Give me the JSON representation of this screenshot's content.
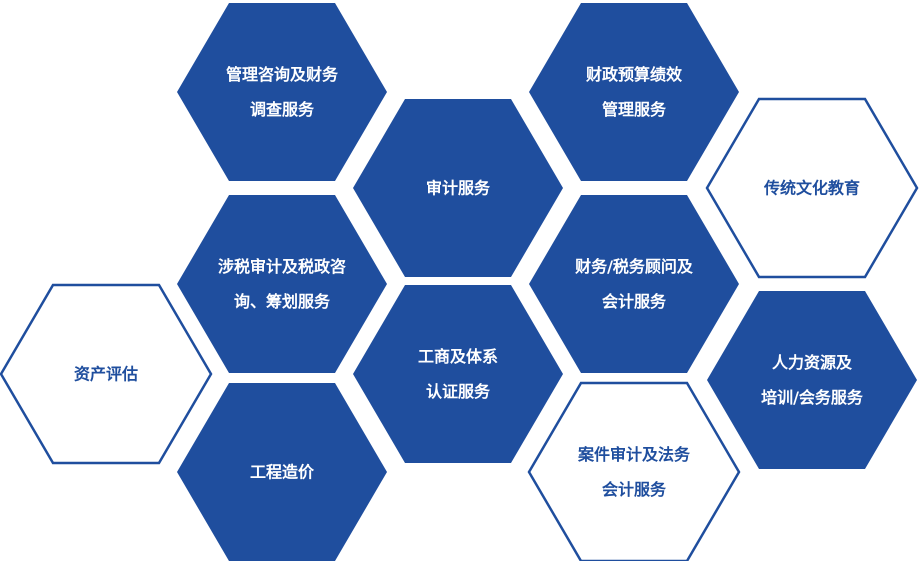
{
  "colors": {
    "filled": "#1f4e9e",
    "outline": "#1f4e9e",
    "background": "#ffffff",
    "filled_text": "#ffffff",
    "outline_text": "#1f4e9e"
  },
  "hexagons": [
    {
      "id": "mgmt-consulting",
      "style": "filled",
      "lines": [
        "管理咨询及财务",
        "调查服务"
      ]
    },
    {
      "id": "fiscal-budget",
      "style": "filled",
      "lines": [
        "财政预算绩效",
        "管理服务"
      ]
    },
    {
      "id": "audit",
      "style": "filled",
      "lines": [
        "审计服务"
      ]
    },
    {
      "id": "culture-edu",
      "style": "outline",
      "lines": [
        "传统文化教育"
      ]
    },
    {
      "id": "tax-audit",
      "style": "filled",
      "lines": [
        "涉税审计及税政咨",
        "询、筹划服务"
      ]
    },
    {
      "id": "finance-advisor",
      "style": "filled",
      "lines": [
        "财务/税务顾问及",
        "会计服务"
      ]
    },
    {
      "id": "asset-valuation",
      "style": "outline",
      "lines": [
        "资产评估"
      ]
    },
    {
      "id": "business-cert",
      "style": "filled",
      "lines": [
        "工商及体系",
        "认证服务"
      ]
    },
    {
      "id": "hr-training",
      "style": "filled",
      "lines": [
        "人力资源及",
        "培训/会务服务"
      ]
    },
    {
      "id": "engineering-cost",
      "style": "filled",
      "lines": [
        "工程造价"
      ]
    },
    {
      "id": "case-audit",
      "style": "outline",
      "lines": [
        "案件审计及法务",
        "会计服务"
      ]
    }
  ]
}
